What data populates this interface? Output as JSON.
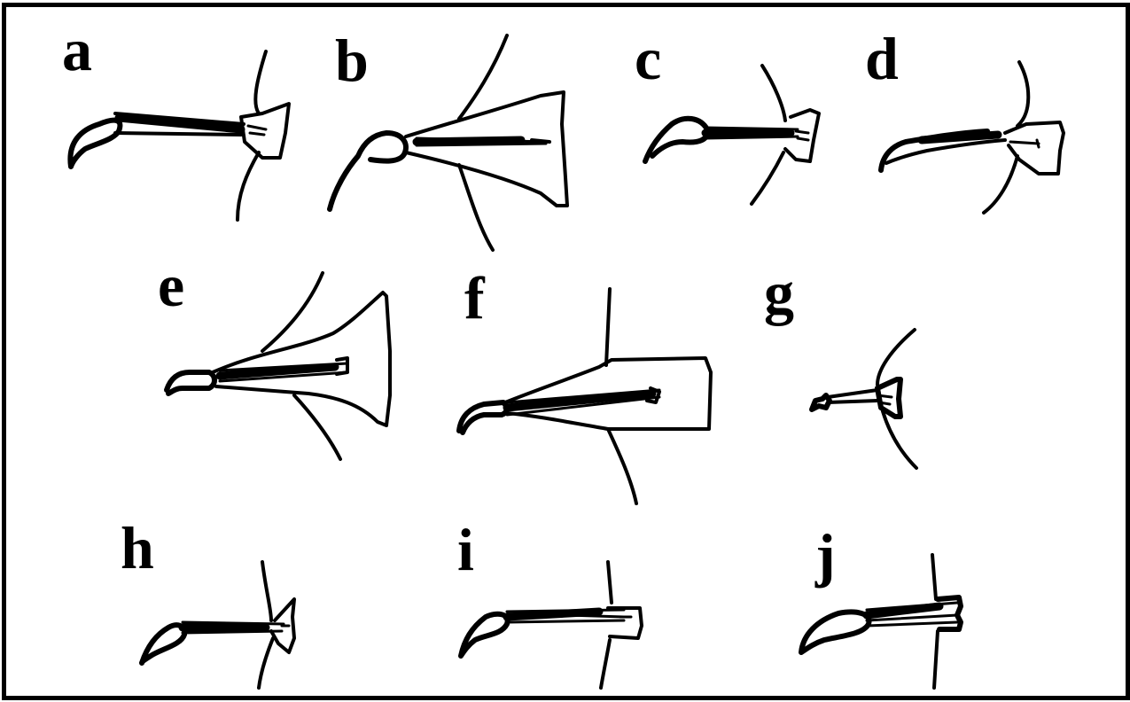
{
  "panels": {
    "a": {
      "label": "a"
    },
    "b": {
      "label": "b"
    },
    "c": {
      "label": "c"
    },
    "d": {
      "label": "d"
    },
    "e": {
      "label": "e"
    },
    "f": {
      "label": "f"
    },
    "g": {
      "label": "g"
    },
    "h": {
      "label": "h"
    },
    "i": {
      "label": "i"
    },
    "j": {
      "label": "j"
    }
  },
  "colors": {
    "ink": "#000000",
    "background": "#ffffff"
  }
}
